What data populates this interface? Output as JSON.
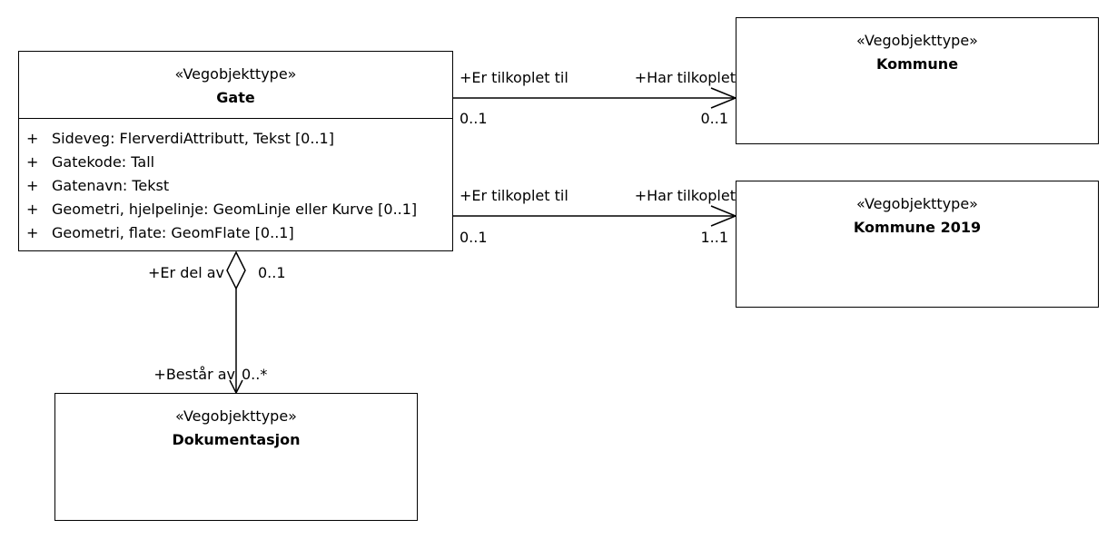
{
  "classes": {
    "gate": {
      "stereotype": "«Vegobjekttype»",
      "name": "Gate",
      "attributes": [
        {
          "vis": "+",
          "text": "Sideveg: FlerverdiAttributt, Tekst [0..1]"
        },
        {
          "vis": "+",
          "text": "Gatekode: Tall"
        },
        {
          "vis": "+",
          "text": "Gatenavn: Tekst"
        },
        {
          "vis": "+",
          "text": "Geometri, hjelpelinje: GeomLinje eller Kurve [0..1]"
        },
        {
          "vis": "+",
          "text": "Geometri, flate: GeomFlate [0..1]"
        }
      ]
    },
    "kommune": {
      "stereotype": "«Vegobjekttype»",
      "name": "Kommune"
    },
    "kommune2019": {
      "stereotype": "«Vegobjekttype»",
      "name": "Kommune 2019"
    },
    "dokumentasjon": {
      "stereotype": "«Vegobjekttype»",
      "name": "Dokumentasjon"
    }
  },
  "associations": {
    "gate_kommune": {
      "source_role": "+Er tilkoplet til",
      "source_mult": "0..1",
      "target_role": "+Har tilkoplet",
      "target_mult": "0..1"
    },
    "gate_kommune2019": {
      "source_role": "+Er tilkoplet til",
      "source_mult": "0..1",
      "target_role": "+Har tilkoplet",
      "target_mult": "1..1"
    },
    "gate_dokumentasjon": {
      "whole_role": "+Er del av",
      "whole_mult": "0..1",
      "part_role": "+Består av",
      "part_mult": "0..*"
    }
  }
}
